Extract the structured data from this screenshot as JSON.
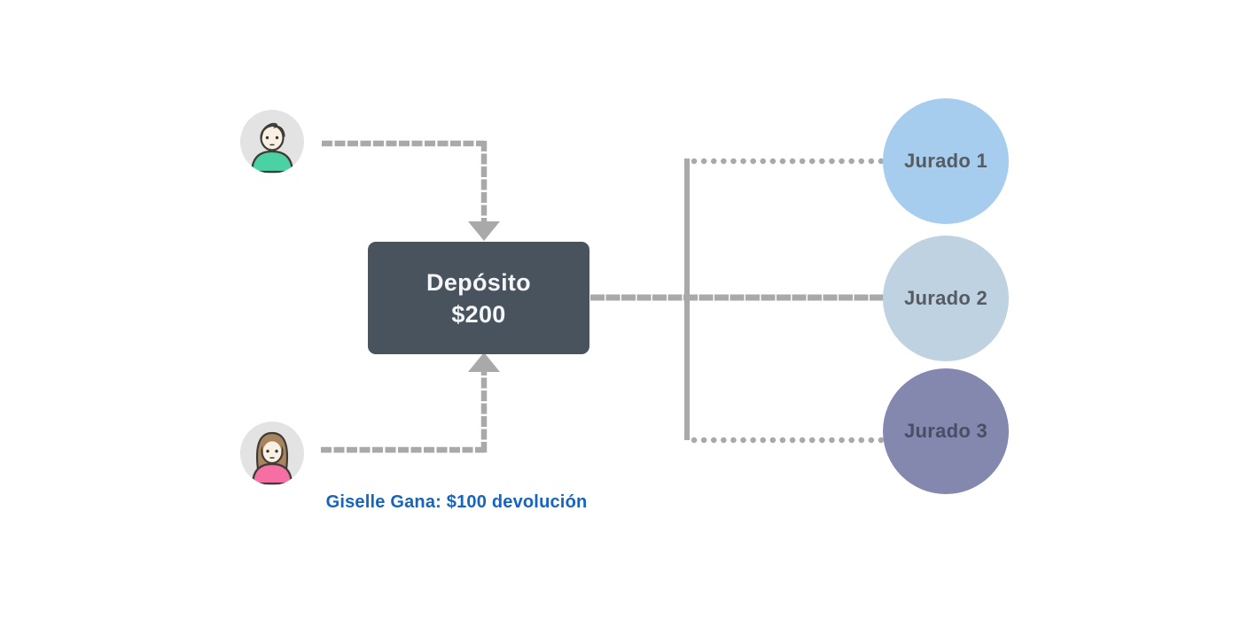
{
  "page": {
    "background": "#ffffff"
  },
  "deposit_box": {
    "line1": "Depósito",
    "line2": "$200",
    "bg_color": "#49535e",
    "text_color": "#f4f6f7"
  },
  "senders": {
    "top_icon": "man-avatar-icon",
    "bottom_icon": "woman-avatar-icon"
  },
  "jurors": [
    {
      "label": "Jurado 1",
      "fill": "#a6cdee",
      "text_color": "#565b62"
    },
    {
      "label": "Jurado 2",
      "fill": "#bfd2e2",
      "text_color": "#565b62"
    },
    {
      "label": "Jurado 3",
      "fill": "#8487ae",
      "text_color": "#4a4e64"
    }
  ],
  "caption": {
    "text": "Giselle Gana: $100 devolución",
    "color": "#1565c0"
  },
  "connectors": {
    "color": "#a9a9a9"
  }
}
